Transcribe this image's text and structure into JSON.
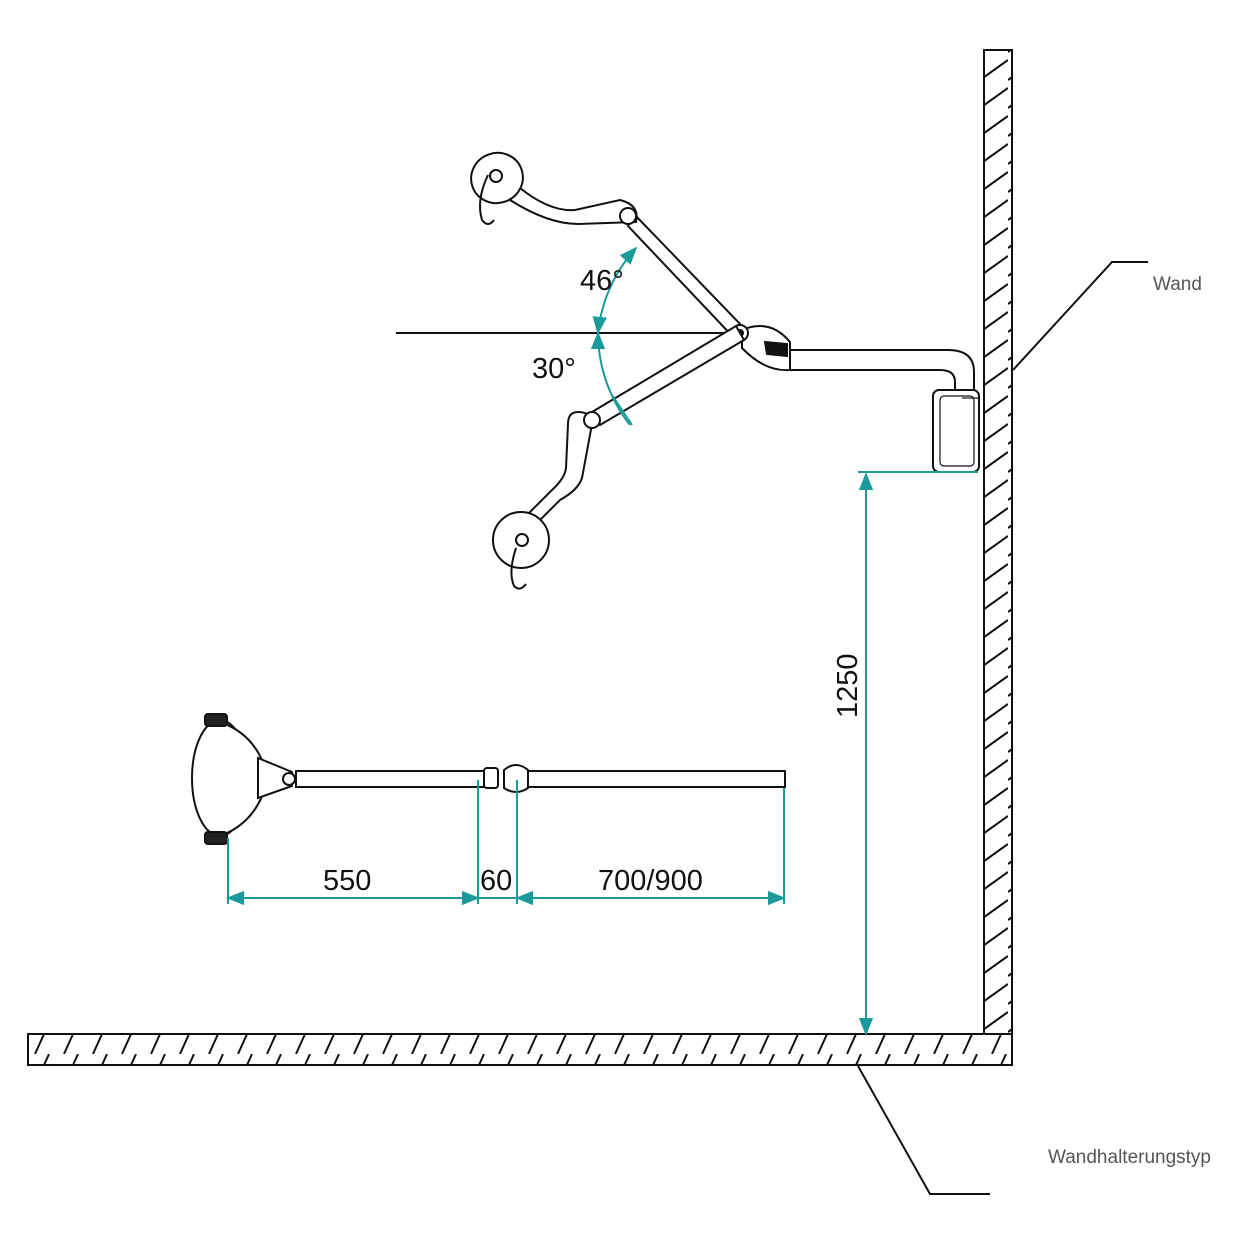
{
  "labels": {
    "wall": "Wand",
    "mount_type": "Wandhalterungstyp"
  },
  "angles": {
    "upper": "46°",
    "lower": "30°"
  },
  "dimensions": {
    "mount_height": "1250",
    "lamp_arm": "550",
    "joint": "60",
    "extension_arm": "700/900"
  },
  "colors": {
    "line": "#111111",
    "dimension": "#1a9a9a",
    "label": "#555555"
  }
}
